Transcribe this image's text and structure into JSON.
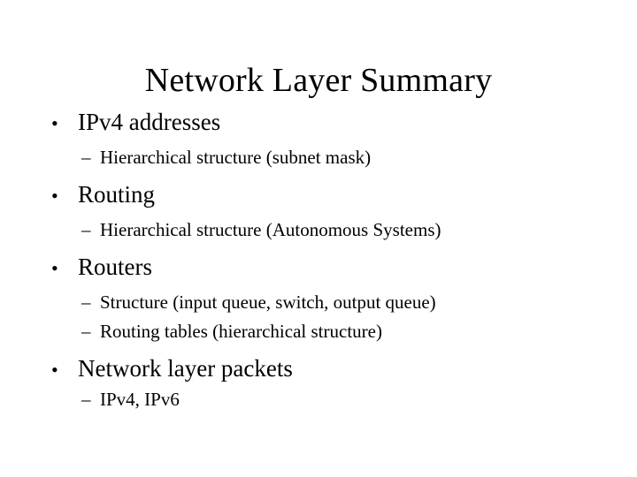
{
  "slide": {
    "title": "Network Layer Summary",
    "background_color": "#ffffff",
    "text_color": "#000000",
    "bullet_marker_level1": "•",
    "bullet_marker_level2": "–",
    "items": [
      {
        "level": 1,
        "text": "IPv4 addresses"
      },
      {
        "level": 2,
        "text": "Hierarchical structure (subnet mask)"
      },
      {
        "level": 1,
        "text": "Routing"
      },
      {
        "level": 2,
        "text": "Hierarchical structure (Autonomous Systems)"
      },
      {
        "level": 1,
        "text": "Routers"
      },
      {
        "level": 2,
        "text": "Structure (input queue, switch, output queue)"
      },
      {
        "level": 2,
        "text": "Routing tables (hierarchical structure)"
      },
      {
        "level": 1,
        "text": "Network layer packets"
      },
      {
        "level": 2,
        "text": "IPv4, IPv6"
      }
    ]
  }
}
